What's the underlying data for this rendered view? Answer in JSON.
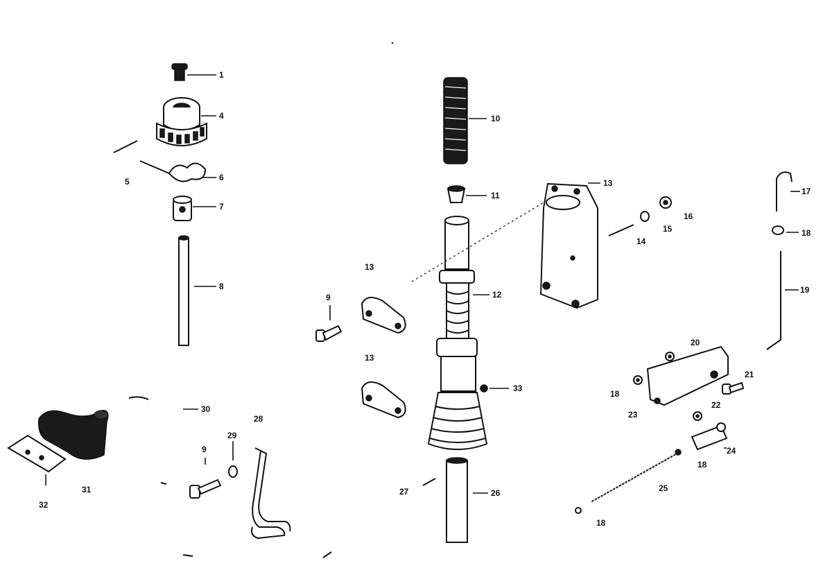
{
  "callouts": {
    "c1": "1",
    "c4": "4",
    "c5": "5",
    "c6": "6",
    "c7": "7",
    "c8": "8",
    "c9a": "9",
    "c9b": "9",
    "c10": "10",
    "c11": "11",
    "c12": "12",
    "c13a": "13",
    "c13b": "13",
    "c13c": "13",
    "c14": "14",
    "c15": "15",
    "c16": "16",
    "c17": "17",
    "c18a": "18",
    "c18b": "18",
    "c18c": "18",
    "c18d": "18",
    "c19": "19",
    "c20": "20",
    "c21": "21",
    "c22": "22",
    "c23": "23",
    "c24": "24",
    "c25": "25",
    "c26": "26",
    "c27": "27",
    "c28": "28",
    "c29": "29",
    "c30": "30",
    "c31": "31",
    "c32": "32",
    "c33": "33"
  }
}
